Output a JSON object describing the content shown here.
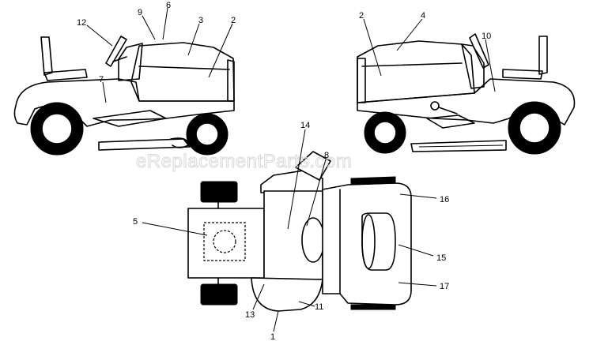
{
  "watermark": "eReplacementParts.com",
  "callouts": {
    "c1": "1",
    "c2": "2",
    "c3": "3",
    "c4": "4",
    "c5": "5",
    "c6": "6",
    "c7": "7",
    "c8": "8",
    "c9": "9",
    "c10": "10",
    "c11": "11",
    "c12": "12",
    "c13": "13",
    "c14": "14",
    "c15": "15",
    "c16": "16",
    "c17": "17",
    "c2b": "2"
  }
}
